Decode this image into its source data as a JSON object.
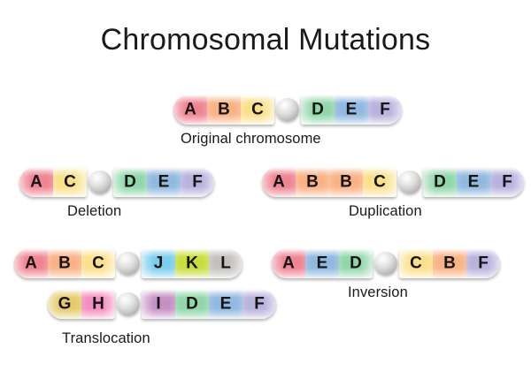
{
  "title": "Chromosomal Mutations",
  "palette": {
    "A": "#ef8291",
    "B": "#f9b183",
    "C": "#fbe08a",
    "D": "#8ed6a8",
    "E": "#8fb8e0",
    "F": "#b7b1dd",
    "G": "#e5c96a",
    "H": "#f58cc0",
    "I": "#c58ec3",
    "J": "#79cdee",
    "K": "#c7dd3c",
    "L": "#c3c0bc",
    "centromere": "#c6c5c4",
    "duplication_divider": "#d65a48",
    "background": "#ffffff",
    "text": "#1a1a1a"
  },
  "groups": [
    {
      "id": "original",
      "caption": "Original chromosome",
      "rows": [
        {
          "left": [
            "A",
            "B",
            "C"
          ],
          "right": [
            "D",
            "E",
            "F"
          ],
          "duplicate_index": null
        }
      ]
    },
    {
      "id": "deletion",
      "caption": "Deletion",
      "rows": [
        {
          "left": [
            "A",
            "C"
          ],
          "right": [
            "D",
            "E",
            "F"
          ],
          "duplicate_index": null
        }
      ]
    },
    {
      "id": "duplication",
      "caption": "Duplication",
      "rows": [
        {
          "left": [
            "A",
            "B",
            "B",
            "C"
          ],
          "right": [
            "D",
            "E",
            "F"
          ],
          "duplicate_index": 2
        }
      ]
    },
    {
      "id": "translocation",
      "caption": "Translocation",
      "rows": [
        {
          "left": [
            "A",
            "B",
            "C"
          ],
          "right": [
            "J",
            "K",
            "L"
          ],
          "duplicate_index": null
        },
        {
          "left": [
            "G",
            "H"
          ],
          "right": [
            "I",
            "D",
            "E",
            "F"
          ],
          "duplicate_index": null
        }
      ]
    },
    {
      "id": "inversion",
      "caption": "Inversion",
      "rows": [
        {
          "left": [
            "A",
            "E",
            "D"
          ],
          "right": [
            "C",
            "B",
            "F"
          ],
          "duplicate_index": null
        }
      ]
    }
  ]
}
